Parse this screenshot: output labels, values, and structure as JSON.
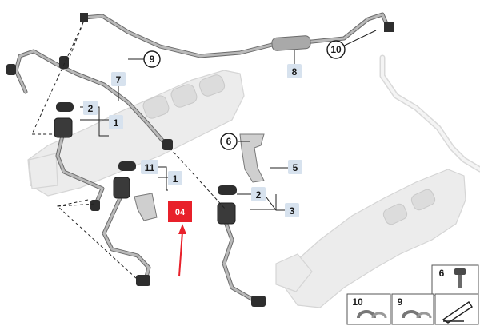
{
  "diagram": {
    "part_labels": {
      "p1_upper": "1",
      "p1_lower": "1",
      "p2_upper": "2",
      "p2_lower": "2",
      "p3": "3",
      "p4_callout": "04",
      "p5": "5",
      "p6": "6",
      "p7": "7",
      "p8": "8",
      "p9": "9",
      "p10": "10",
      "p11": "11"
    },
    "thumbnails": [
      {
        "label": "6"
      },
      {
        "label": "10"
      },
      {
        "label": "9"
      }
    ],
    "colors": {
      "callout_fill": "#e8202a",
      "callout_arrow": "#e8202a",
      "label_box": "#d7e2ee",
      "pipe": "#b9b9b9",
      "manifold": "#ececec"
    }
  }
}
